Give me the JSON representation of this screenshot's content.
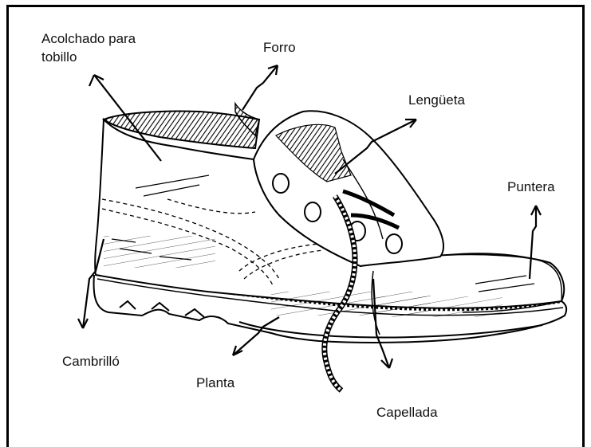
{
  "labels": {
    "ankle_padding_line1": "Acolchado para",
    "ankle_padding_line2": "tobillo",
    "lining": "Forro",
    "tongue": "Lengüeta",
    "toe_cap": "Puntera",
    "shank": "Cambrilló",
    "sole": "Planta",
    "vamp": "Capellada"
  }
}
